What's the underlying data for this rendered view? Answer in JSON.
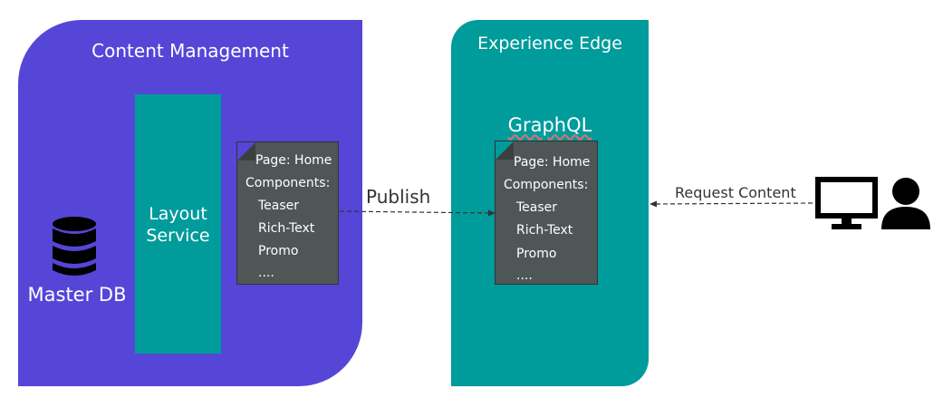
{
  "content_management": {
    "title": "Content Management",
    "layout_service_line1": "Layout",
    "layout_service_line2": "Service",
    "database_label": "Master DB",
    "document": {
      "page": "Page: Home",
      "components_label": "Components:",
      "items": [
        "Teaser",
        "Rich-Text",
        "Promo",
        "...."
      ]
    }
  },
  "experience_edge": {
    "title": "Experience Edge",
    "api_label": "GraphQL",
    "document": {
      "page": "Page: Home",
      "components_label": "Components:",
      "items": [
        "Teaser",
        "Rich-Text",
        "Promo",
        "...."
      ]
    }
  },
  "edges": {
    "publish": "Publish",
    "request": "Request Content"
  },
  "icons": {
    "database": "database-icon",
    "client": "monitor-icon",
    "user": "user-icon"
  },
  "colors": {
    "content_management": "#5546d8",
    "experience_edge": "#009b9b",
    "document": "#4f5656"
  }
}
